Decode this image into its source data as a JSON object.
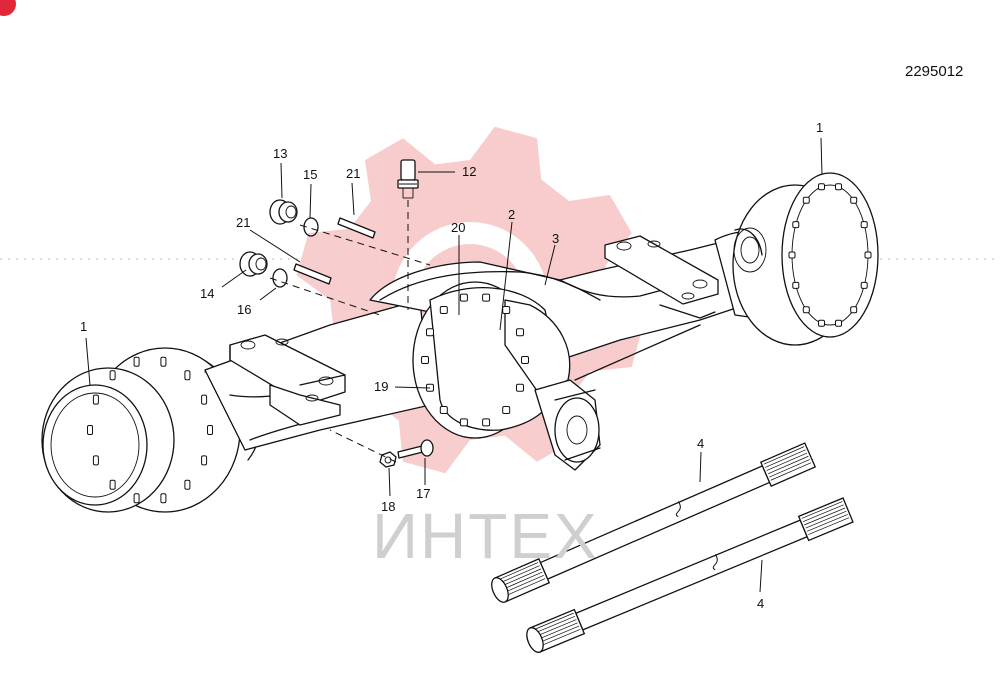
{
  "drawing_code": "2295012",
  "watermark_text": "ИНТЕХ",
  "colors": {
    "line": "#111111",
    "watermark_gear": "#f7c4c4",
    "watermark_text": "#cfcfcf",
    "corner_badge": "#e0283a"
  },
  "callouts": [
    {
      "label": "1"
    },
    {
      "label": "1"
    },
    {
      "label": "2"
    },
    {
      "label": "3"
    },
    {
      "label": "4"
    },
    {
      "label": "4"
    },
    {
      "label": "12"
    },
    {
      "label": "13"
    },
    {
      "label": "14"
    },
    {
      "label": "15"
    },
    {
      "label": "16"
    },
    {
      "label": "17"
    },
    {
      "label": "18"
    },
    {
      "label": "19"
    },
    {
      "label": "20"
    },
    {
      "label": "21"
    },
    {
      "label": "21"
    }
  ]
}
